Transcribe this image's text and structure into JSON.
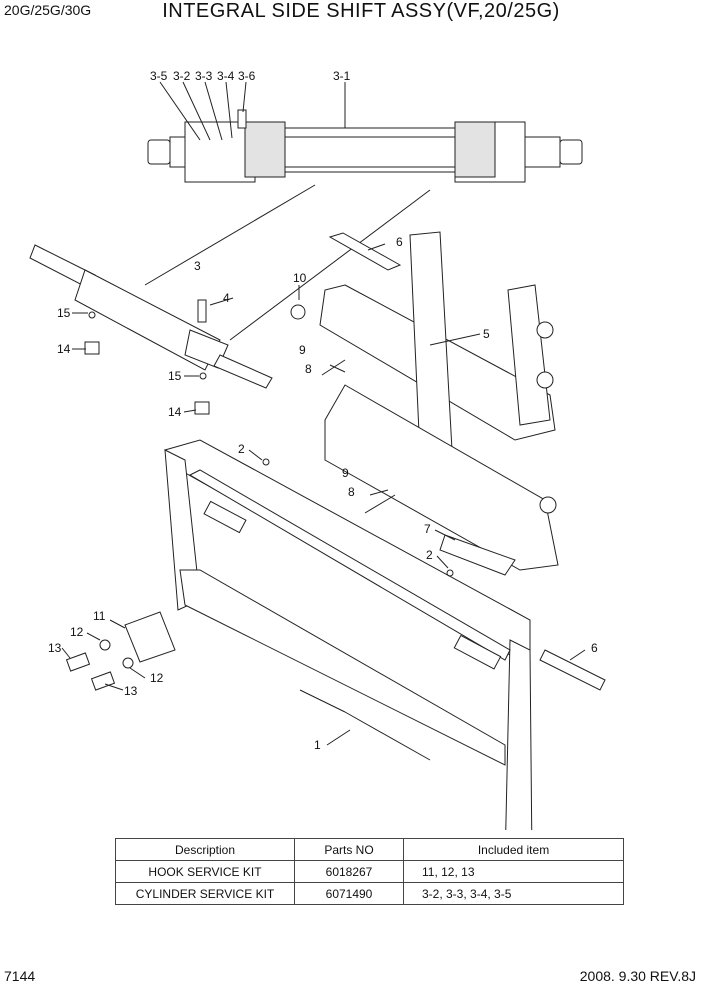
{
  "header": {
    "model": "20G/25G/30G",
    "title": "INTEGRAL SIDE SHIFT ASSY(VF,20/25G)"
  },
  "callouts": [
    "3-5",
    "3-2",
    "3-3",
    "3-4",
    "3-6",
    "3-1",
    "3",
    "6",
    "10",
    "4",
    "5",
    "15",
    "14",
    "9",
    "8",
    "15",
    "14",
    "2",
    "9",
    "8",
    "7",
    "2",
    "11",
    "12",
    "13",
    "12",
    "13",
    "6",
    "1"
  ],
  "table": {
    "headers": [
      "Description",
      "Parts NO",
      "Included item"
    ],
    "rows": [
      [
        "HOOK SERVICE KIT",
        "6018267",
        "11, 12, 13"
      ],
      [
        "CYLINDER SERVICE KIT",
        "6071490",
        "3-2, 3-3, 3-4, 3-5"
      ]
    ]
  },
  "footer": {
    "page": "7144",
    "revision": "2008. 9.30  REV.8J"
  }
}
